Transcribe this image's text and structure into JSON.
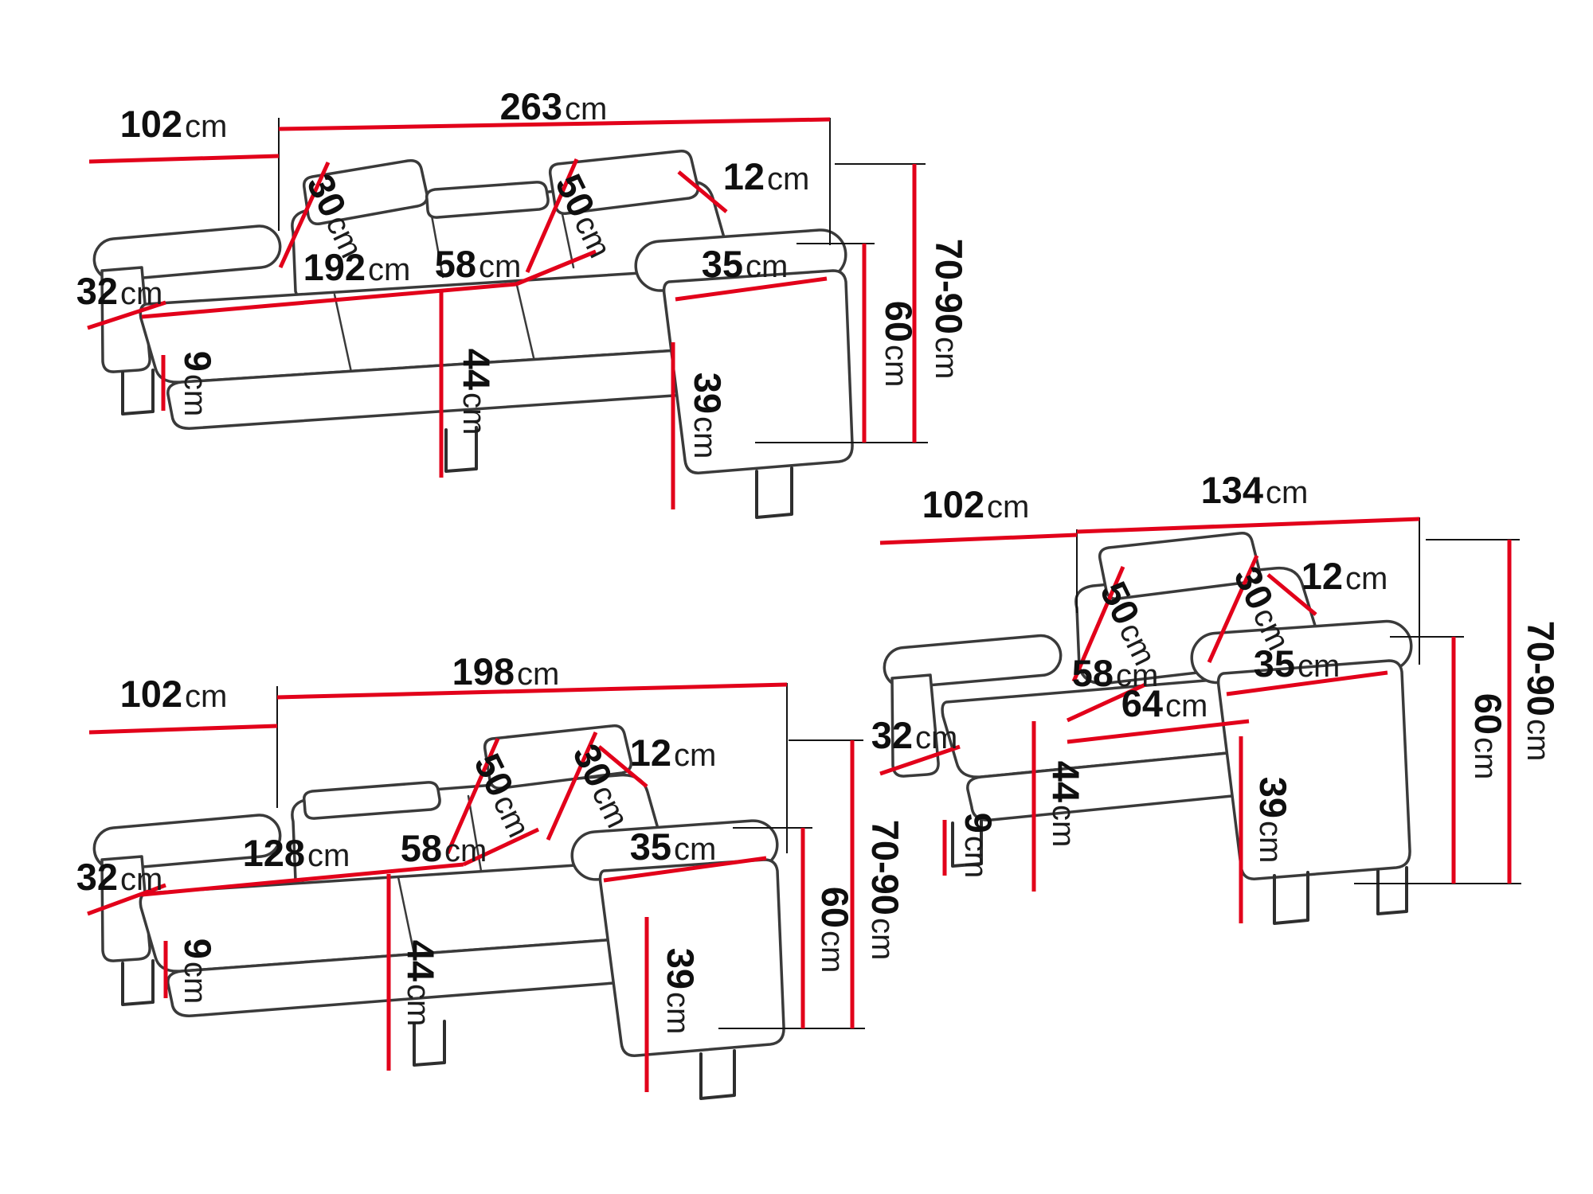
{
  "unit": "cm",
  "colors": {
    "dimension_line": "#e2001a",
    "outline": "#3a3a3a",
    "text": "#0f0f0f",
    "background": "#ffffff"
  },
  "items": {
    "sofa3": {
      "name": "three-seater-sofa",
      "dims": {
        "depth": "102",
        "width": "263",
        "headrest_height": "30",
        "backrest_height": "50",
        "headrest_thickness": "12",
        "seat_width": "192",
        "seat_depth": "58",
        "armrest_width": "35",
        "armrest_depth": "32",
        "leg_height": "9",
        "seat_height": "44",
        "armrest_height": "39",
        "arm_side_height": "60",
        "total_height": "70-90"
      }
    },
    "sofa2": {
      "name": "two-seater-sofa",
      "dims": {
        "depth": "102",
        "width": "198",
        "headrest_height": "30",
        "backrest_height": "50",
        "headrest_thickness": "12",
        "seat_width": "128",
        "seat_depth": "58",
        "armrest_width": "35",
        "armrest_depth": "32",
        "leg_height": "9",
        "seat_height": "44",
        "armrest_height": "39",
        "arm_side_height": "60",
        "total_height": "70-90"
      }
    },
    "armchair": {
      "name": "armchair",
      "dims": {
        "depth": "102",
        "width": "134",
        "headrest_height": "30",
        "backrest_height": "50",
        "headrest_thickness": "12",
        "seat_width": "64",
        "seat_depth": "58",
        "armrest_width": "35",
        "armrest_depth": "32",
        "leg_height": "9",
        "seat_height": "44",
        "armrest_height": "39",
        "arm_side_height": "60",
        "total_height": "70-90"
      }
    }
  }
}
